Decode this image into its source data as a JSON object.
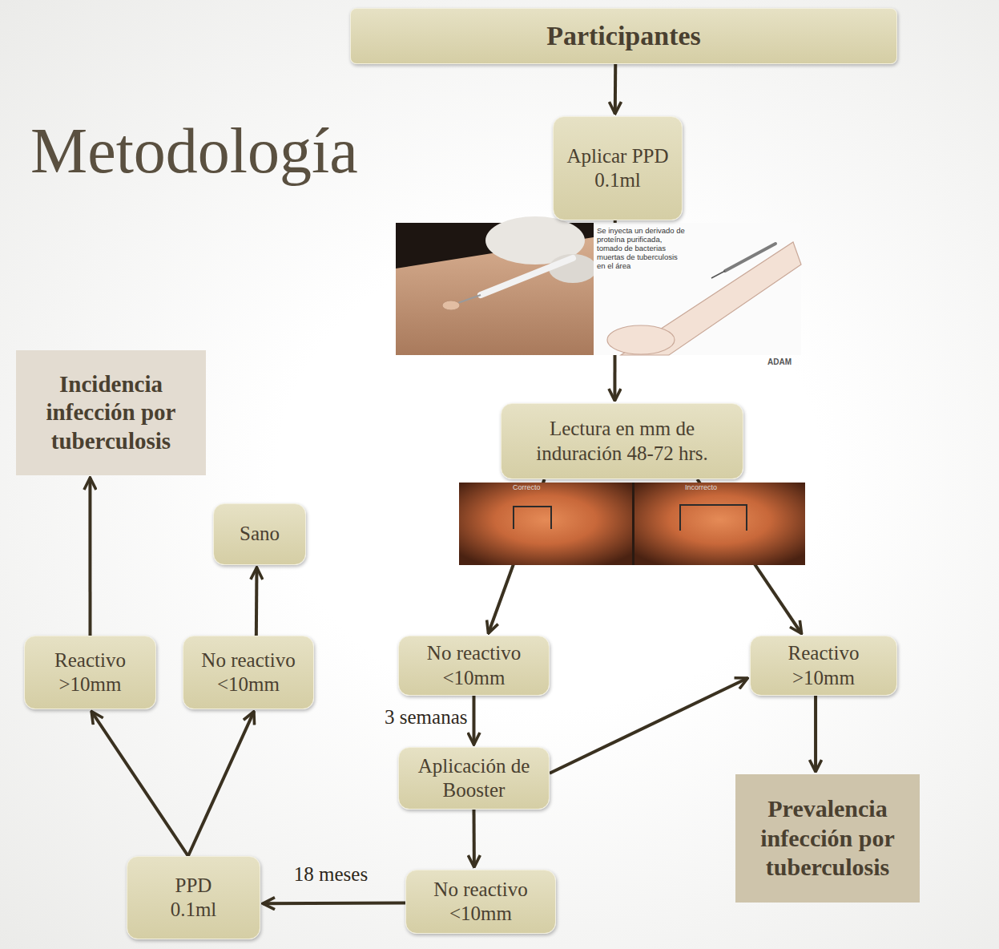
{
  "diagram": {
    "title": "Metodología",
    "nodes": [
      {
        "text": [
          "Participantes"
        ]
      },
      {
        "text": [
          "Aplicar PPD 0.1ml"
        ]
      },
      {
        "text": [
          "Lectura en mm de induración 48-72 hrs."
        ]
      },
      {
        "text": [
          "No reactivo <10mm"
        ]
      },
      {
        "text": [
          "Reactivo >10mm"
        ]
      },
      {
        "text": [
          "Aplicación de Booster"
        ]
      },
      {
        "text": [
          "No reactivo <10mm"
        ]
      },
      {
        "text": [
          "Prevalencia infección por tuberculosis"
        ]
      },
      {
        "text": [
          "PPD 0.1ml"
        ]
      },
      {
        "text": [
          "Reactivo >10mm"
        ]
      },
      {
        "text": [
          "No reactivo <10mm"
        ]
      },
      {
        "text": [
          "Incidencia infección por tuberculosis"
        ]
      },
      {
        "text": [
          "Sano"
        ]
      }
    ],
    "edges": [
      {
        "from": 0,
        "to": 1,
        "arrow": "to"
      },
      {
        "from": 1,
        "to": 2,
        "arrow": "to"
      },
      {
        "from": 2,
        "to": 3,
        "arrow": "to"
      },
      {
        "from": 2,
        "to": 4,
        "arrow": "to"
      },
      {
        "from": 3,
        "to": 5,
        "label": "3 semanas",
        "arrow": "to"
      },
      {
        "from": 5,
        "to": 4,
        "arrow": "to"
      },
      {
        "from": 5,
        "to": 6,
        "arrow": "to"
      },
      {
        "from": 4,
        "to": 7,
        "arrow": "to"
      },
      {
        "from": 6,
        "to": 8,
        "label": "18 meses",
        "arrow": "to"
      },
      {
        "from": 8,
        "to": 9,
        "arrow": "to"
      },
      {
        "from": 8,
        "to": 10,
        "arrow": "to"
      },
      {
        "from": 9,
        "to": 11,
        "arrow": "to"
      },
      {
        "from": 10,
        "to": 12,
        "arrow": "to"
      }
    ],
    "labels": [
      "Se inyecta un derivado de proteína purificada, tomado de bacterias muertas de tuberculosis en el área",
      "ADAM",
      "Correcto",
      "Incorrecto"
    ]
  }
}
